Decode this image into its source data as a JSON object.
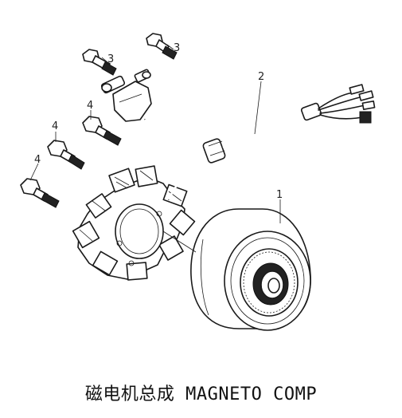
{
  "caption": "磁电机总成 MAGNETO COMP",
  "callouts": {
    "flywheel": "1",
    "harness": "2",
    "bolt_top_left": "3",
    "bolt_top_right": "3",
    "bolt_pickup": "4",
    "bolt_stator_a": "4",
    "bolt_stator_b": "4"
  }
}
